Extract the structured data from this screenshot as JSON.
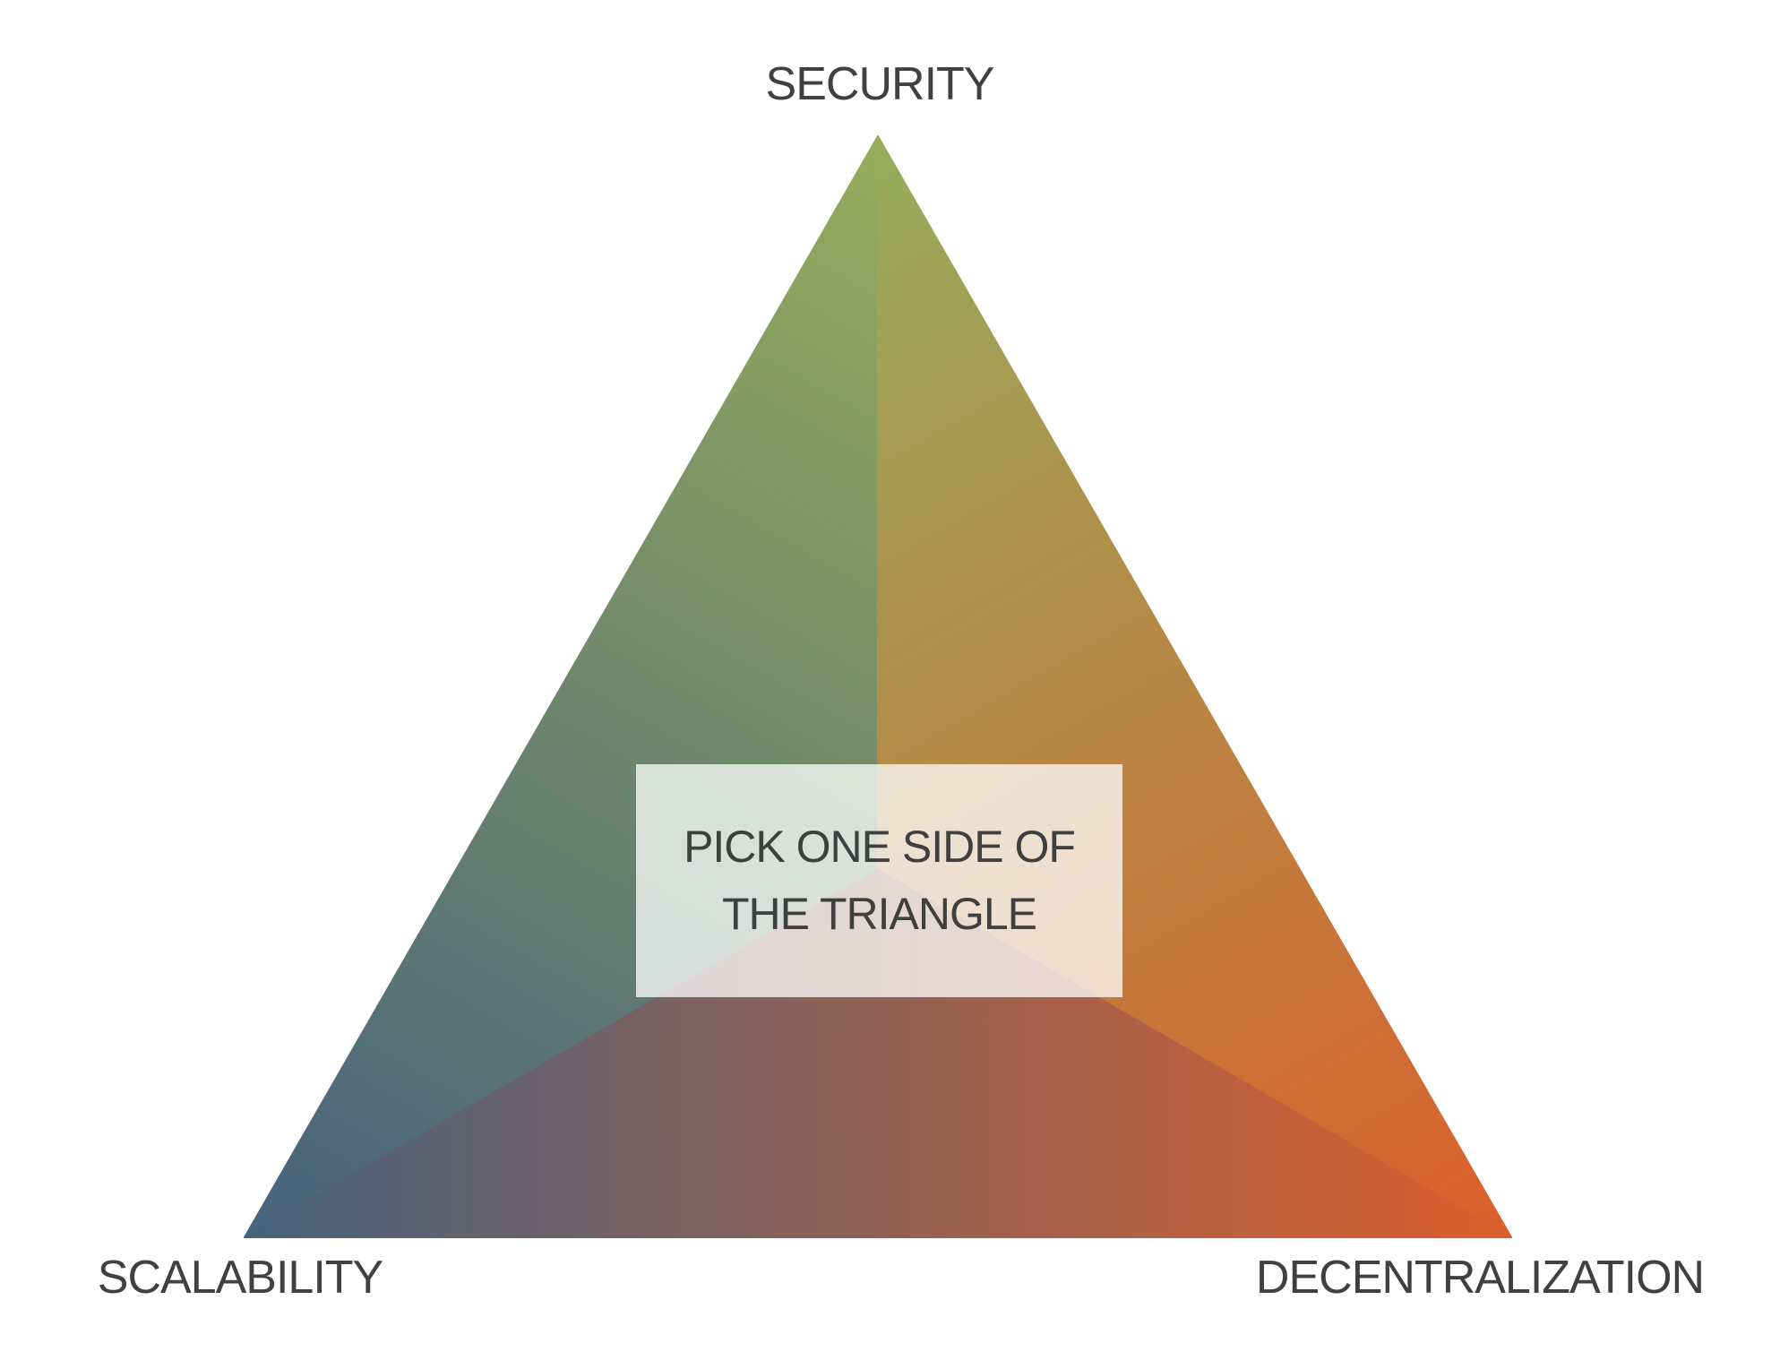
{
  "diagram": {
    "background": "#FFFFFF",
    "text_color": "#404040",
    "vertices": {
      "top": {
        "label": "SECURITY",
        "color": "#96AC5C"
      },
      "bottom_left": {
        "label": "SCALABILITY",
        "color": "#47627D"
      },
      "bottom_right": {
        "label": "DECENTRALIZATION",
        "color": "#DC5F2C"
      }
    },
    "center_box": {
      "line1": "PICK ONE SIDE OF",
      "line2": "THE TRIANGLE",
      "fill": "rgba(255, 255, 255, 0.75)",
      "text_color": "#3F3F3F"
    }
  }
}
